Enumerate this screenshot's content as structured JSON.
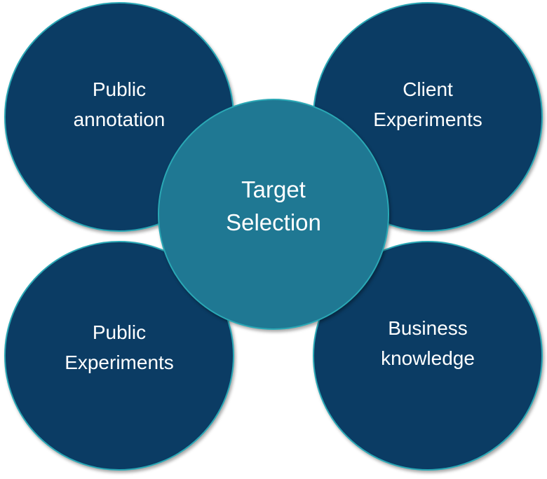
{
  "diagram": {
    "type": "circle-cluster",
    "colors": {
      "outer_fill": "#0b3c64",
      "center_fill": "#1f7893",
      "outline": "#2aa8b5",
      "text": "#ffffff"
    },
    "center": {
      "lines": [
        "Target",
        "Selection"
      ]
    },
    "nodes": [
      {
        "position": "top-left",
        "lines": [
          "Public",
          "annotation"
        ]
      },
      {
        "position": "top-right",
        "lines": [
          "Client",
          "Experiments"
        ]
      },
      {
        "position": "bottom-left",
        "lines": [
          "Public",
          "Experiments"
        ]
      },
      {
        "position": "bottom-right",
        "lines": [
          "Business",
          "knowledge"
        ]
      }
    ]
  }
}
